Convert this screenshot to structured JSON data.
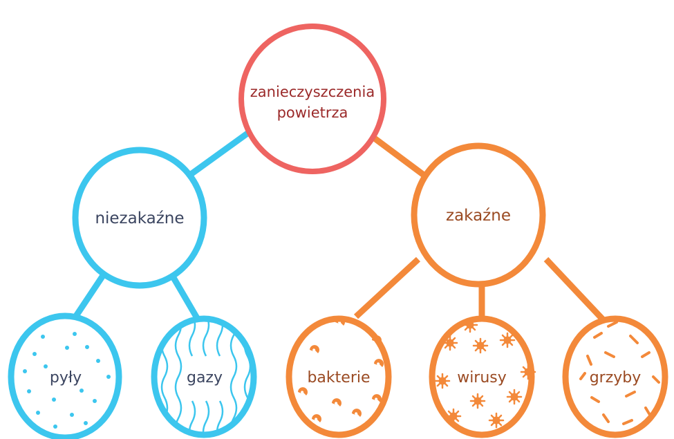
{
  "colors": {
    "root": "#ee6461",
    "blue": "#3cc6ee",
    "orange": "#f3893a",
    "root_text": "#9b2a2a",
    "blue_text": "#3b4560",
    "orange_text": "#9a4a22"
  },
  "root": {
    "line1": "zanieczyszczenia",
    "line2": "powietrza"
  },
  "branches": {
    "left": {
      "label": "niezakaźne"
    },
    "right": {
      "label": "zakaźne"
    }
  },
  "leaves": {
    "pyly": {
      "label": "pyły",
      "pattern": "dots"
    },
    "gazy": {
      "label": "gazy",
      "pattern": "waves"
    },
    "bakterie": {
      "label": "bakterie",
      "pattern": "bacteria"
    },
    "wirusy": {
      "label": "wirusy",
      "pattern": "virus-stars"
    },
    "grzyby": {
      "label": "grzyby",
      "pattern": "fungi-dashes"
    }
  }
}
